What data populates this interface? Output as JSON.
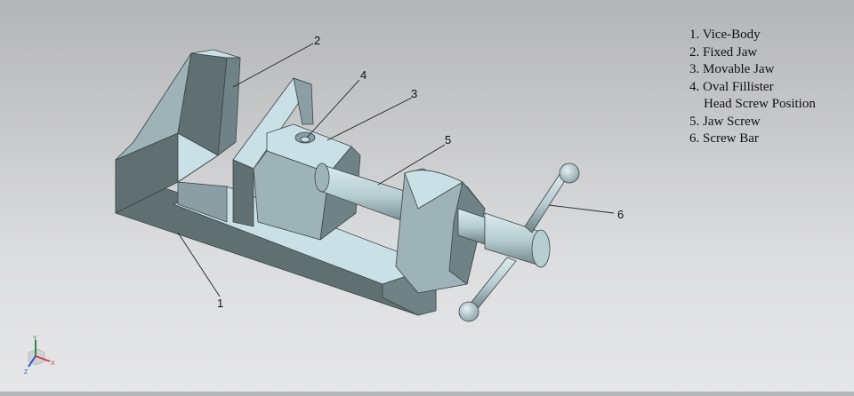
{
  "legend": {
    "items": [
      {
        "num": "1.",
        "label": "Vice-Body"
      },
      {
        "num": "2.",
        "label": "Fixed Jaw"
      },
      {
        "num": "3.",
        "label": "Movable Jaw"
      },
      {
        "num": "4.",
        "label": "Oval Fillister",
        "continuation": "Head Screw Position"
      },
      {
        "num": "5.",
        "label": "Jaw Screw"
      },
      {
        "num": "6.",
        "label": "Screw Bar"
      }
    ]
  },
  "callouts": [
    {
      "id": "1",
      "label": "1"
    },
    {
      "id": "2",
      "label": "2"
    },
    {
      "id": "3",
      "label": "3"
    },
    {
      "id": "4",
      "label": "4"
    },
    {
      "id": "5",
      "label": "5"
    },
    {
      "id": "6",
      "label": "6"
    }
  ],
  "triad": {
    "x": "X",
    "y": "Y",
    "z": "Z",
    "x_color": "#d04040",
    "y_color": "#2e8b3a",
    "z_color": "#3050d0"
  },
  "colors": {
    "face_light": "#c9e0e6",
    "face_mid": "#9db3b8",
    "face_dark": "#5f6f72",
    "outline": "#3a4446"
  }
}
